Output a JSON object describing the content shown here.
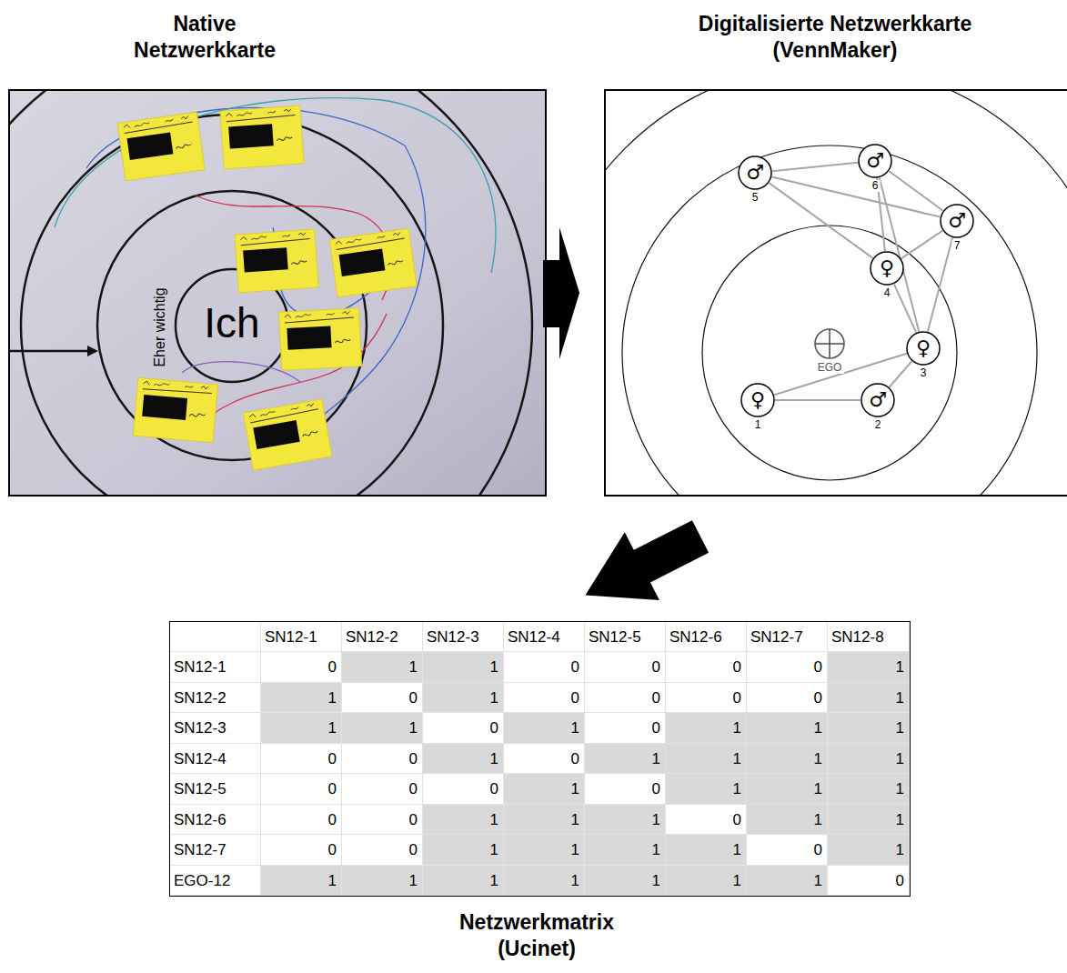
{
  "diagram": {
    "nodes": [
      {
        "text": [
          "♀",
          "1"
        ]
      },
      {
        "text": [
          "♂",
          "2"
        ]
      },
      {
        "text": [
          "♀",
          "3"
        ]
      },
      {
        "text": [
          "♀",
          "4"
        ]
      },
      {
        "text": [
          "♂",
          "5"
        ]
      },
      {
        "text": [
          "♂",
          "6"
        ]
      },
      {
        "text": [
          "♂",
          "7"
        ]
      },
      {
        "text": [
          "EGO"
        ]
      }
    ],
    "edges": [
      {
        "from": 0,
        "to": 1,
        "arrow": "none"
      },
      {
        "from": 0,
        "to": 2,
        "arrow": "none"
      },
      {
        "from": 1,
        "to": 2,
        "arrow": "none"
      },
      {
        "from": 2,
        "to": 3,
        "arrow": "none"
      },
      {
        "from": 2,
        "to": 5,
        "arrow": "none"
      },
      {
        "from": 2,
        "to": 6,
        "arrow": "none"
      },
      {
        "from": 3,
        "to": 4,
        "arrow": "none"
      },
      {
        "from": 3,
        "to": 5,
        "arrow": "none"
      },
      {
        "from": 3,
        "to": 6,
        "arrow": "none"
      },
      {
        "from": 4,
        "to": 5,
        "arrow": "none"
      },
      {
        "from": 4,
        "to": 6,
        "arrow": "none"
      },
      {
        "from": 5,
        "to": 6,
        "arrow": "none"
      }
    ],
    "labels": [
      "Native Netzwerkkarte",
      "Digitalisierte Netzwerkkarte (VennMaker)",
      "Ich",
      "Eher wichtig",
      "SN12-1",
      "SN12-2",
      "SN12-3",
      "SN12-4",
      "SN12-5",
      "SN12-6",
      "SN12-7",
      "SN12-8",
      "SN12-1",
      "0",
      "1",
      "1",
      "0",
      "0",
      "0",
      "0",
      "1",
      "SN12-2",
      "1",
      "0",
      "1",
      "0",
      "0",
      "0",
      "0",
      "1",
      "SN12-3",
      "1",
      "1",
      "0",
      "1",
      "0",
      "1",
      "1",
      "1",
      "SN12-4",
      "0",
      "0",
      "1",
      "0",
      "1",
      "1",
      "1",
      "1",
      "SN12-5",
      "0",
      "0",
      "0",
      "1",
      "0",
      "1",
      "1",
      "1",
      "SN12-6",
      "0",
      "0",
      "1",
      "1",
      "1",
      "0",
      "1",
      "1",
      "SN12-7",
      "0",
      "0",
      "1",
      "1",
      "1",
      "1",
      "0",
      "1",
      "EGO-12",
      "1",
      "1",
      "1",
      "1",
      "1",
      "1",
      "1",
      "0",
      "Netzwerkmatrix (Ucinet)"
    ]
  }
}
